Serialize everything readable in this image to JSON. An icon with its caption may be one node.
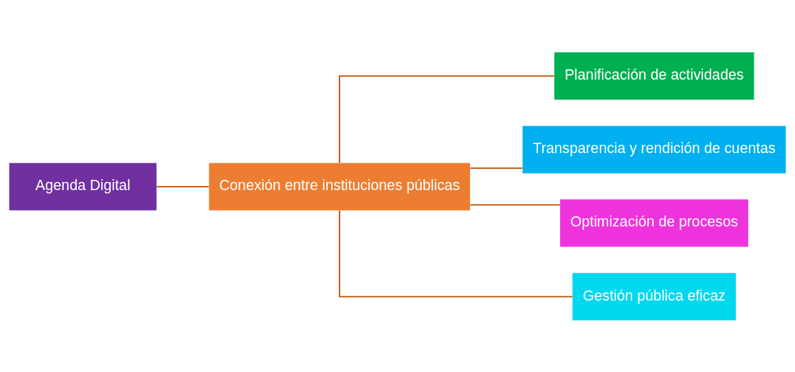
{
  "diagram": {
    "nodes": [
      {
        "text": [
          "Agenda Digital"
        ]
      },
      {
        "text": [
          "Conexión entre instituciones públicas"
        ]
      },
      {
        "text": [
          "Planificación de actividades"
        ]
      },
      {
        "text": [
          "Transparencia y rendición de cuentas"
        ]
      },
      {
        "text": [
          "Optimización de procesos"
        ]
      },
      {
        "text": [
          "Gestión pública eficaz"
        ]
      }
    ],
    "edges": [
      {
        "from": 0,
        "to": 1,
        "arrow": "none"
      },
      {
        "from": 1,
        "to": 2,
        "arrow": "none"
      },
      {
        "from": 1,
        "to": 3,
        "arrow": "none"
      },
      {
        "from": 1,
        "to": 4,
        "arrow": "none"
      },
      {
        "from": 1,
        "to": 5,
        "arrow": "none"
      }
    ]
  }
}
